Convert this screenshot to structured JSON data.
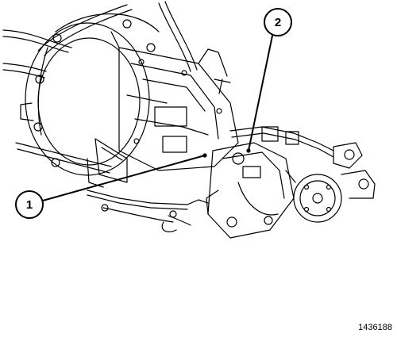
{
  "callouts": [
    {
      "number": "1",
      "part": "callout-1"
    },
    {
      "number": "2",
      "part": "callout-2"
    }
  ],
  "figure_number": "1436188"
}
